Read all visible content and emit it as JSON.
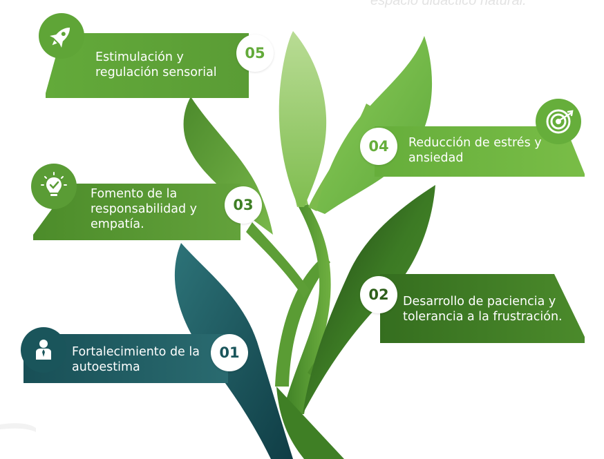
{
  "header": {
    "caption": "espacio didáctico natural."
  },
  "items": [
    {
      "number": "01",
      "text_lines": [
        "Fortalecimiento de la",
        "autoestima"
      ],
      "icon": "person-icon",
      "color": "#1e5d63"
    },
    {
      "number": "02",
      "text_lines": [
        "Desarrollo de paciencia y",
        "tolerancia a la frustración."
      ],
      "icon": "none",
      "color": "#3f7d22"
    },
    {
      "number": "03",
      "text_lines": [
        "Fomento de la",
        "responsabilidad y",
        "empatía."
      ],
      "icon": "lightbulb-check-icon",
      "color": "#5b9a32"
    },
    {
      "number": "04",
      "text_lines": [
        "Reducción de estrés y",
        "ansiedad"
      ],
      "icon": "target-icon",
      "color": "#6ab23d"
    },
    {
      "number": "05",
      "text_lines": [
        "Estimulación y",
        "regulación sensorial"
      ],
      "icon": "rocket-icon",
      "color": "#6aac3e"
    }
  ]
}
